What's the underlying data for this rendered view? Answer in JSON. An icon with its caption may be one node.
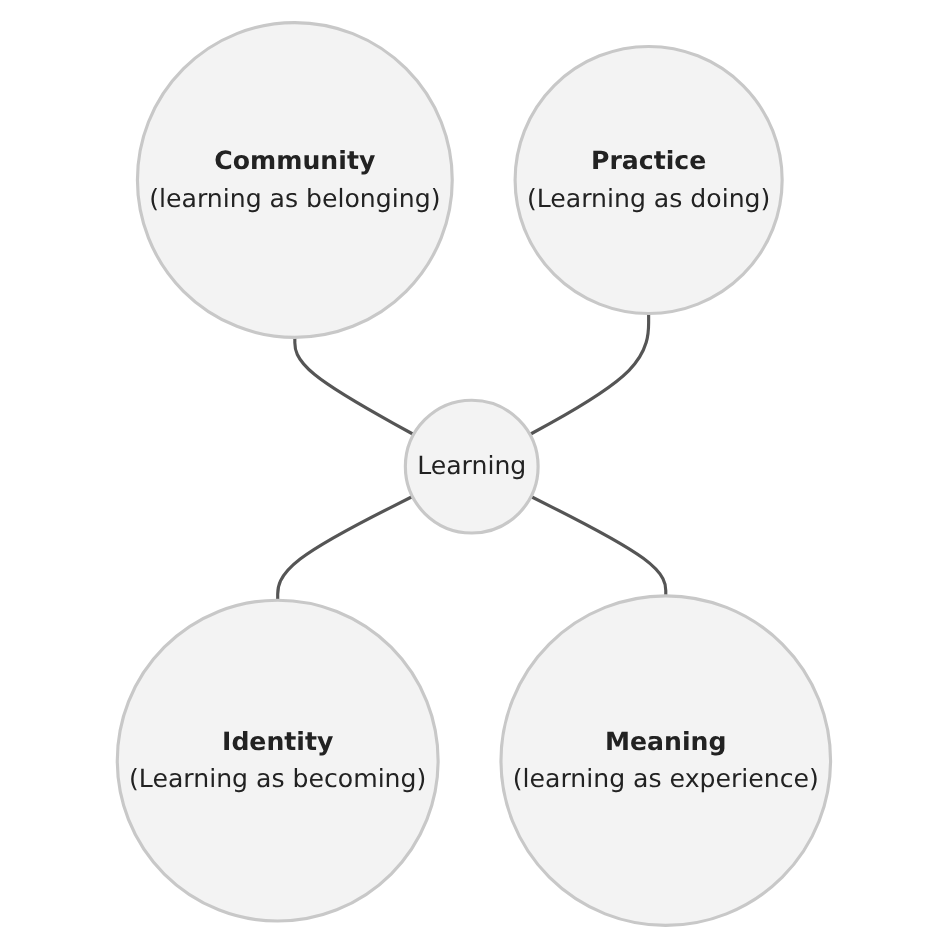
{
  "diagram": {
    "nodes": [
      {
        "text": [
          "Community",
          "(learning as belonging)"
        ]
      },
      {
        "text": [
          "Practice",
          "(Learning as doing)"
        ]
      },
      {
        "text": [
          "Learning"
        ]
      },
      {
        "text": [
          "Identity",
          "(Learning as becoming)"
        ]
      },
      {
        "text": [
          "Meaning",
          "(learning as experience)"
        ]
      }
    ],
    "edges": [
      {
        "from": 0,
        "to": 2,
        "arrow": "none"
      },
      {
        "from": 1,
        "to": 2,
        "arrow": "none"
      },
      {
        "from": 2,
        "to": 3,
        "arrow": "none"
      },
      {
        "from": 2,
        "to": 4,
        "arrow": "none"
      }
    ]
  }
}
